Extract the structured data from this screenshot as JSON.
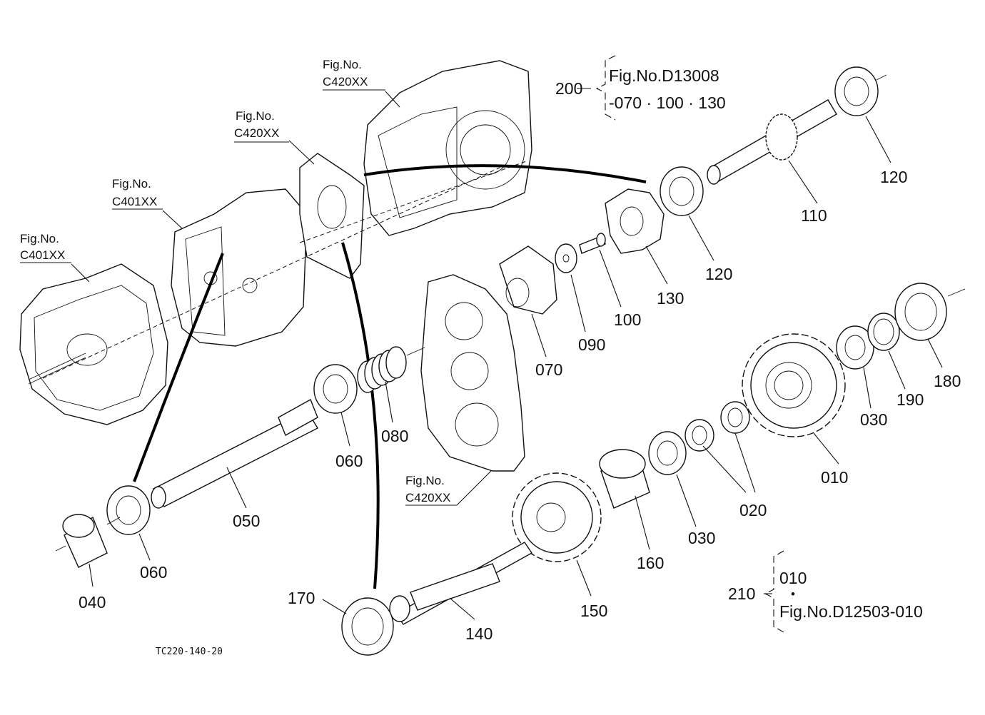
{
  "diagram": {
    "refs": {
      "r1": {
        "prefix": "Fig.No.",
        "code": "C420XX"
      },
      "r2": {
        "prefix": "Fig.No.",
        "code": "C420XX"
      },
      "r3": {
        "prefix": "Fig.No.",
        "code": "C401XX"
      },
      "r4": {
        "prefix": "Fig.No.",
        "code": "C401XX"
      },
      "r5": {
        "prefix": "Fig.No.",
        "code": "C420XX"
      }
    },
    "group_200": {
      "label": "200",
      "line1": "Fig.No.D13008",
      "line2": "-070 · 100 · 130"
    },
    "group_210": {
      "label": "210",
      "line1": "010",
      "bullet": "•",
      "line2": "Fig.No.D12503-010"
    },
    "callouts": {
      "c010": "010",
      "c020": "020",
      "c030a": "030",
      "c030b": "030",
      "c040": "040",
      "c050": "050",
      "c060a": "060",
      "c060b": "060",
      "c070": "070",
      "c080": "080",
      "c090": "090",
      "c100": "100",
      "c110": "110",
      "c120a": "120",
      "c120b": "120",
      "c130": "130",
      "c140": "140",
      "c150": "150",
      "c160": "160",
      "c170": "170",
      "c180": "180",
      "c190": "190"
    },
    "drawing_code": "TC220-140-20"
  }
}
